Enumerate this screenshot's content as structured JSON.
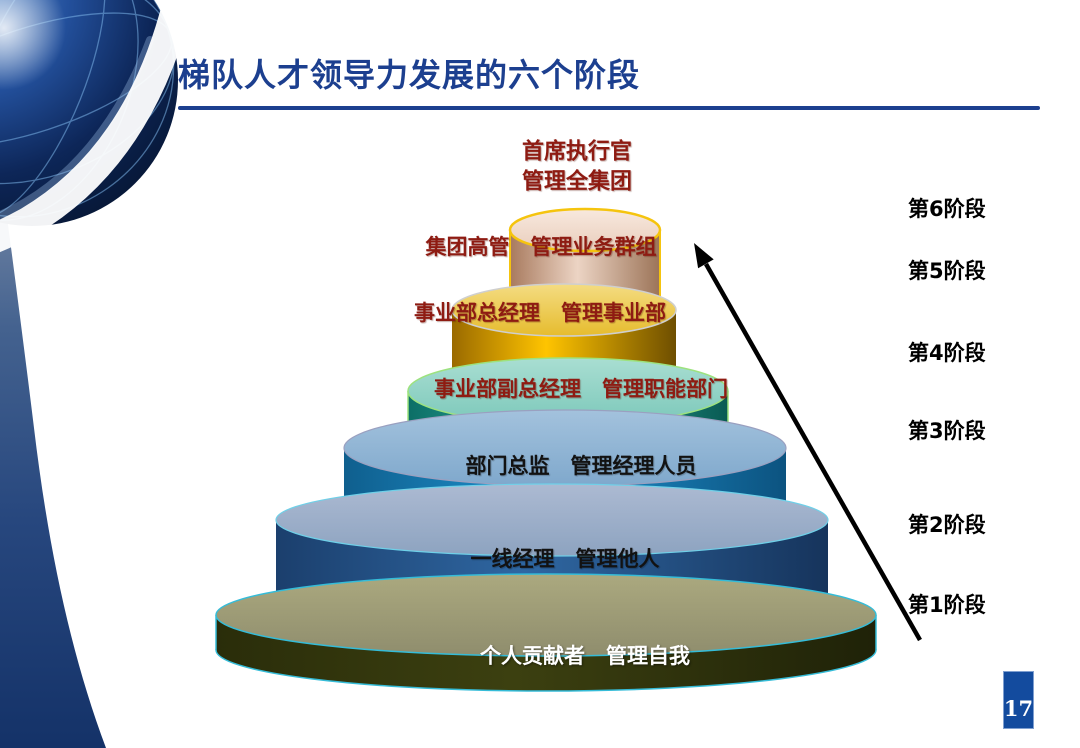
{
  "slide": {
    "title": "梯队人才领导力发展的六个阶段",
    "page_number": "17"
  },
  "apex": {
    "line1": "首席执行官",
    "line2": "管理全集团"
  },
  "tiers": [
    {
      "stage": "第6阶段",
      "label": "集团高管　管理业务群组",
      "body_color": "#e8cfbf",
      "rim_color": "#f5c40e",
      "text_color": "#8e1b12"
    },
    {
      "stage": "第5阶段",
      "label": "事业部总经理　管理事业部",
      "body_color": "#fdc100",
      "rim_color": "#cfcfcf",
      "text_color": "#8e1b12"
    },
    {
      "stage": "第4阶段",
      "label": "事业部副总经理　管理职能部门",
      "body_color": "#2fb3a4",
      "rim_color": "#9de27e",
      "text_color": "#8e1b12"
    },
    {
      "stage": "第3阶段",
      "label": "部门总监　管理经理人员",
      "body_color": "#1f93d0",
      "rim_color": "#9aa0c0",
      "text_color": "#121212"
    },
    {
      "stage": "第2阶段",
      "label": "一线经理　管理他人",
      "body_color": "#2f67a2",
      "rim_color": "#6fd0e8",
      "text_color": "#121212"
    },
    {
      "stage": "第1阶段",
      "label": "个人贡献者　管理自我",
      "body_color": "#3c4010",
      "rim_color": "#35bcd8",
      "text_color": "#ffffff"
    }
  ],
  "colors": {
    "title": "#1c3f8f",
    "red_label": "#8e1b12",
    "arrow": "#000000",
    "page_badge_bg": "#134b9e",
    "left_band_top": "#8292ac",
    "left_band_bottom": "#143268"
  }
}
